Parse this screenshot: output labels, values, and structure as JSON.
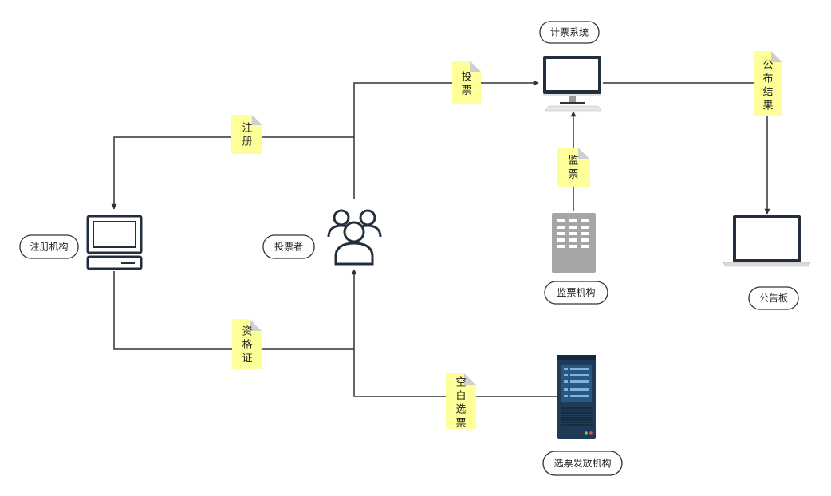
{
  "nodes": {
    "registration_org": "注册机构",
    "voters": "投票者",
    "counting_system": "计票系统",
    "monitoring_org": "监票机构",
    "bulletin_board": "公告板",
    "ballot_issuer": "选票发放机构"
  },
  "notes": {
    "register": [
      "注",
      "册"
    ],
    "vote": [
      "投",
      "票"
    ],
    "monitor": [
      "监",
      "票"
    ],
    "publish": [
      "公",
      "布",
      "结",
      "果"
    ],
    "credential": [
      "资",
      "格",
      "证"
    ],
    "blank_ballot": [
      "空",
      "白",
      "选",
      "票"
    ]
  },
  "colors": {
    "line": "#333333",
    "note_fill": "#ffff99",
    "note_fold": "#cfcfcf",
    "icon_dark": "#232f3e",
    "server_gray": "#a6a6a6",
    "server_navy": "#1d3a56",
    "server_accent": "#3b7cb8"
  },
  "icons": {
    "registration_org": "desktop-computer-icon",
    "voters": "user-group-icon",
    "counting_system": "monitor-icon",
    "monitoring_org": "server-tower-icon",
    "bulletin_board": "laptop-icon",
    "ballot_issuer": "rack-server-icon"
  }
}
